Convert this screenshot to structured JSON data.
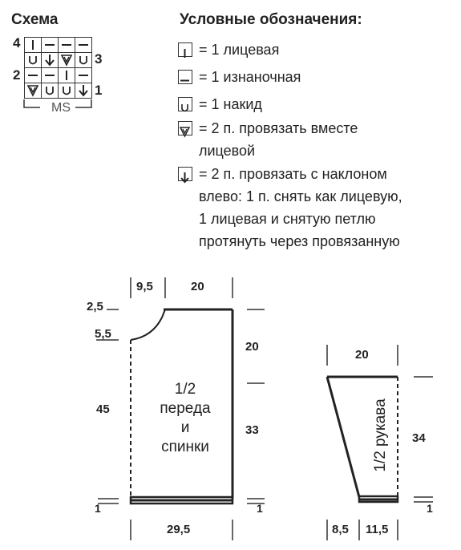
{
  "schema": {
    "title": "Схема",
    "row_numbers": [
      "4",
      "3",
      "2",
      "1"
    ],
    "repeat_label": "MS"
  },
  "legend": {
    "title": "Условные обозначения:",
    "items": [
      {
        "icon": "knit-stitch-icon",
        "text": "= 1 лицевая"
      },
      {
        "icon": "purl-stitch-icon",
        "text": "= 1 изнаночная"
      },
      {
        "icon": "yarn-over-icon",
        "text": "= 1 накид"
      },
      {
        "icon": "k2tog-icon",
        "text": "= 2 п. провязать вместе\nлицевой"
      },
      {
        "icon": "ssk-icon",
        "text": "= 2 п. провязать с наклоном\nвлево: 1 п. снять как лицевую,\n1 лицевая и снятую петлю\nпротянуть через провязанную"
      }
    ]
  },
  "body_piece": {
    "label_line1": "1/2",
    "label_line2": "переда",
    "label_line3": "и спинки",
    "dim_top_left": "9,5",
    "dim_top_right": "20",
    "dim_neck_top": "2,5",
    "dim_neck_depth": "5,5",
    "dim_left_height": "45",
    "dim_right_upper": "20",
    "dim_right_lower": "33",
    "dim_bottom_width": "29,5",
    "dim_hem_left": "1",
    "dim_hem_right": "1"
  },
  "sleeve_piece": {
    "label": "1/2 рукава",
    "dim_top": "20",
    "dim_height": "34",
    "dim_bottom_left": "8,5",
    "dim_bottom_right": "11,5",
    "dim_hem": "1"
  }
}
